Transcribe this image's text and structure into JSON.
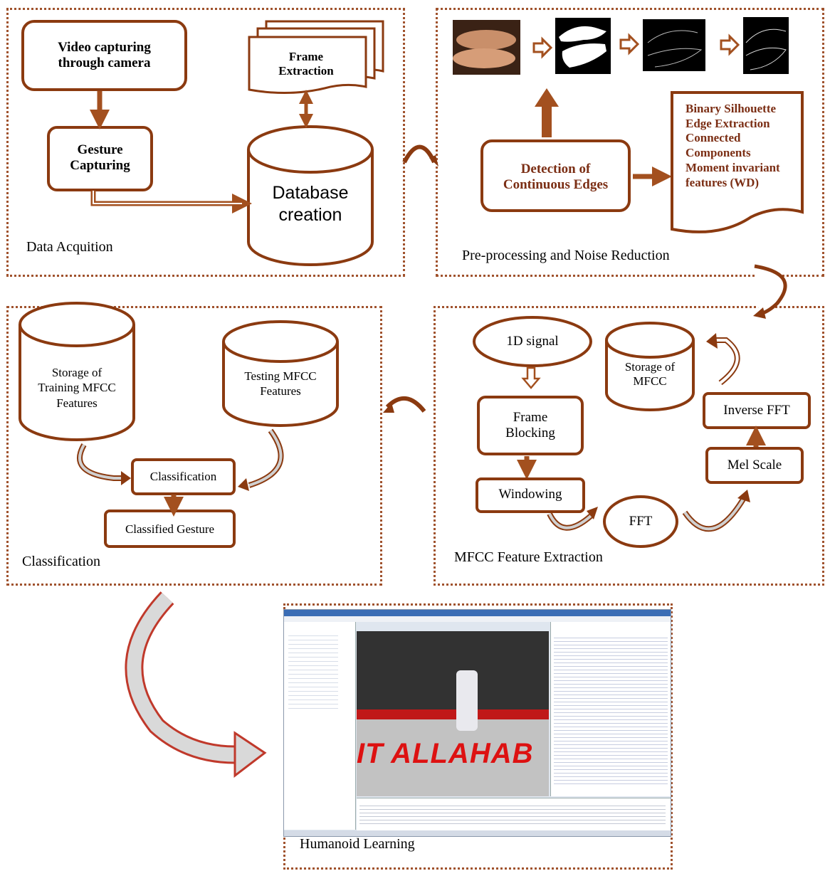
{
  "panels": {
    "data_acquisition": {
      "label": "Data Acquition",
      "video_box": "Video capturing through camera",
      "video_line1": "Video capturing",
      "video_line2": "through camera",
      "gesture_line1": "Gesture",
      "gesture_line2": "Capturing",
      "frame_line1": "Frame",
      "frame_line2": "Extraction",
      "database_line1": "Database",
      "database_line2": "creation"
    },
    "preprocessing": {
      "label": "Pre-processing and Noise Reduction",
      "detection_line1": "Detection of",
      "detection_line2": "Continuous Edges",
      "doc_lines": [
        "Binary Silhouette",
        "Edge Extraction",
        "Connected",
        "Components",
        "Moment invariant",
        "features (WD)"
      ]
    },
    "classification": {
      "label": "Classification",
      "storage_line1": "Storage of",
      "storage_line2": "Training MFCC",
      "storage_line3": "Features",
      "testing_line1": "Testing MFCC",
      "testing_line2": "Features",
      "classification_box": "Classification",
      "classified_box": "Classified Gesture"
    },
    "mfcc": {
      "label": "MFCC Feature Extraction",
      "signal": "1D signal",
      "frame_line1": "Frame",
      "frame_line2": "Blocking",
      "windowing": "Windowing",
      "fft": "FFT",
      "mel": "Mel Scale",
      "inverse_fft": "Inverse FFT",
      "storage_line1": "Storage of",
      "storage_line2": "MFCC"
    },
    "humanoid": {
      "label": "Humanoid Learning",
      "banner": "IT ALLAHAB"
    }
  },
  "colors": {
    "brown": "#a0522d",
    "border": "#8b3a10",
    "arrow": "#a3501f",
    "curve_fill": "#c8c8c8",
    "big_curve": "#c0392b"
  }
}
